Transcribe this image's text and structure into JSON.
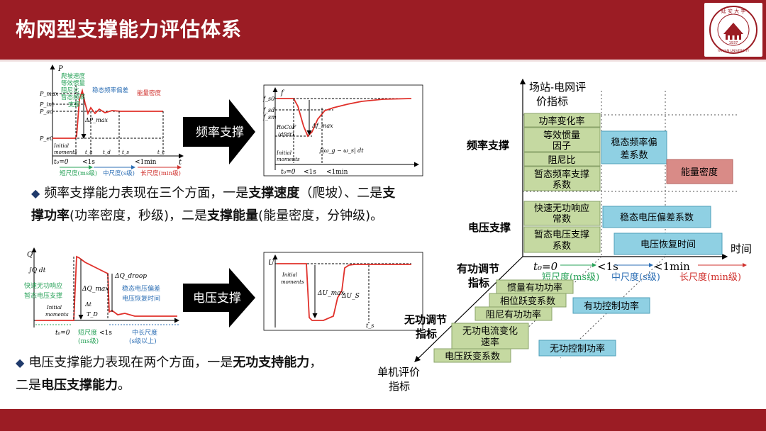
{
  "header": {
    "title": "构网型支撑能力评估体系"
  },
  "logo": {
    "text_cn": "延 安 大 学",
    "text_en": "YAN'AN UNIVERSITY",
    "year": "1937"
  },
  "arrows": {
    "freq": "频率支撑",
    "volt": "电压支撑"
  },
  "freq_plot": {
    "ylabel": "P",
    "xlabel": "t",
    "y_ticks": [
      "P_max",
      "P_int",
      "P_ad",
      "P_e0"
    ],
    "notes": [
      "爬坡速度",
      "等效惯量",
      "阻尼比",
      "暂态频率",
      "支撑"
    ],
    "steady": "稳态频率偏差",
    "energy": "能量密度",
    "dp": "ΔP_max",
    "t0": "t₀=0",
    "lt1s": "<1s",
    "lt1min": "<1min",
    "initial": "Initial",
    "moments": "moments",
    "t_marks": [
      "t_a",
      "t_d",
      "t_s",
      "t_c"
    ],
    "scales": [
      "短尺度(ms级)",
      "中尺度(s级)",
      "长尺度(min级)"
    ]
  },
  "freq_curve": {
    "ylabel": "f",
    "y_ticks": [
      "f_s0",
      "f_sd",
      "f_sm"
    ],
    "rocof": "RoCoF",
    "rocof2": "(df/dt)",
    "dfmax": "Δf_max",
    "integral": "∫|ω_g − ω_s| dt",
    "initial": "Initial",
    "moments": "moments",
    "t0": "t₀=0",
    "lt1s": "<1s",
    "lt1min": "<1min"
  },
  "volt_plot": {
    "ylabel": "Q",
    "integral": "∫Q dt",
    "dqmax": "ΔQ_max",
    "dqdroop": "ΔQ_droop",
    "notes": [
      "快速无功响应",
      "暂态电压支撑"
    ],
    "steady": [
      "稳态电压偏差",
      "电压恢复时间"
    ],
    "t1": "Δt",
    "tD": "T_D",
    "initial": "Initial",
    "moments": "moments",
    "t0": "t₀=0",
    "lt1s": "<1s",
    "short": [
      "短尺度",
      "(ms级)"
    ],
    "mid": [
      "中长尺度",
      "(s级以上)"
    ]
  },
  "volt_curve": {
    "ylabel": "U",
    "initial": "Initial",
    "moments": "moments",
    "dumax": "ΔU_max",
    "dus": "ΔU_S",
    "ts": "t_s"
  },
  "para1": {
    "line1_a": "频率支撑能力表现在三个方面，一是",
    "line1_b": "支撑速度",
    "line1_c": "（爬坡）、二是",
    "line1_d": "支",
    "line2_a": "撑功率",
    "line2_b": "(功率密度，秒级)，二是",
    "line2_c": "支撑能量",
    "line2_d": "(能量密度，分钟级)。"
  },
  "para2": {
    "line1_a": "电压支撑能力表现在两个方面，一是",
    "line1_b": "无功支持能力",
    "line1_c": "，",
    "line2_a": "二是",
    "line2_b": "电压支撑能力",
    "line2_c": "。"
  },
  "matrix": {
    "axis_top": [
      "场站-电网评",
      "价指标"
    ],
    "time": "时间",
    "rows": {
      "freq": "频率支撑",
      "volt": "电压支撑"
    },
    "active": [
      "有功调节",
      "指标"
    ],
    "reactive": [
      "无功调节",
      "指标"
    ],
    "unit": [
      "单机评价",
      "指标"
    ],
    "t0": "t₀=0",
    "lt1s": "<1s",
    "lt1min": "<1min",
    "scales": [
      "短尺度(ms级)",
      "中尺度(s级)",
      "长尺度(min级)"
    ],
    "green": [
      [
        "功率变化率"
      ],
      [
        "等效惯量",
        "因子"
      ],
      [
        "阻尼比"
      ],
      [
        "暂态频率支撑",
        "系数"
      ],
      [
        "快速无功响应",
        "常数"
      ],
      [
        "暂态电压支撑",
        "系数"
      ]
    ],
    "blue": [
      [
        "稳态频率偏",
        "差系数"
      ],
      [
        "稳态电压偏差系数"
      ],
      [
        "电压恢复时间"
      ]
    ],
    "red": [
      "能量密度"
    ],
    "active_boxes": [
      "惯量有功功率",
      "相位跃变系数",
      "阻尼有功功率"
    ],
    "active_blue": "有功控制功率",
    "reactive_boxes": [
      [
        "无功电流变化",
        "速率"
      ],
      [
        "电压跃变系数"
      ]
    ],
    "reactive_blue": "无功控制功率"
  },
  "colors": {
    "brand": "#9b1c24",
    "green": "#c5d9a1",
    "blue": "#8fd0e3",
    "red": "#d98b87",
    "curve": "#e0302a"
  }
}
